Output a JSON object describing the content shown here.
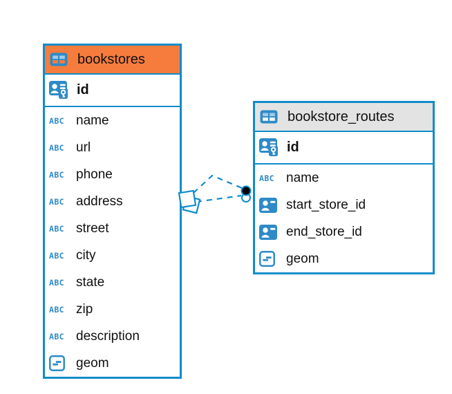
{
  "colors": {
    "accent_blue": "#0f8cca",
    "icon_blue": "#2e8ac8",
    "bookstores_header": "#f67c3d",
    "routes_header": "#e3e3e3",
    "text": "#101010",
    "endpoint_dot": "#000000"
  },
  "tables": [
    {
      "title": "bookstores",
      "header_icon": "table-icon",
      "primary_key": {
        "name": "id",
        "icon": "primary-key-icon"
      },
      "columns": [
        {
          "name": "name",
          "icon": "text-type-icon"
        },
        {
          "name": "url",
          "icon": "text-type-icon"
        },
        {
          "name": "phone",
          "icon": "text-type-icon"
        },
        {
          "name": "address",
          "icon": "text-type-icon"
        },
        {
          "name": "street",
          "icon": "text-type-icon"
        },
        {
          "name": "city",
          "icon": "text-type-icon"
        },
        {
          "name": "state",
          "icon": "text-type-icon"
        },
        {
          "name": "zip",
          "icon": "text-type-icon"
        },
        {
          "name": "description",
          "icon": "text-type-icon"
        },
        {
          "name": "geom",
          "icon": "geometry-type-icon"
        }
      ]
    },
    {
      "title": "bookstore_routes",
      "header_icon": "table-icon",
      "primary_key": {
        "name": "id",
        "icon": "primary-key-icon"
      },
      "columns": [
        {
          "name": "name",
          "icon": "text-type-icon"
        },
        {
          "name": "start_store_id",
          "icon": "id-reference-icon"
        },
        {
          "name": "end_store_id",
          "icon": "id-reference-icon"
        },
        {
          "name": "geom",
          "icon": "geometry-type-icon"
        }
      ]
    }
  ],
  "relationships": [
    {
      "style": "dashed",
      "between": [
        "bookstores",
        "bookstore_routes"
      ],
      "source_marker": "diamond",
      "target_marker": "dot"
    },
    {
      "style": "dashed",
      "between": [
        "bookstores",
        "bookstore_routes"
      ],
      "source_marker": "diamond",
      "target_marker": "dot"
    }
  ],
  "icon_labels": {
    "text_type_glyph": "ABC"
  }
}
